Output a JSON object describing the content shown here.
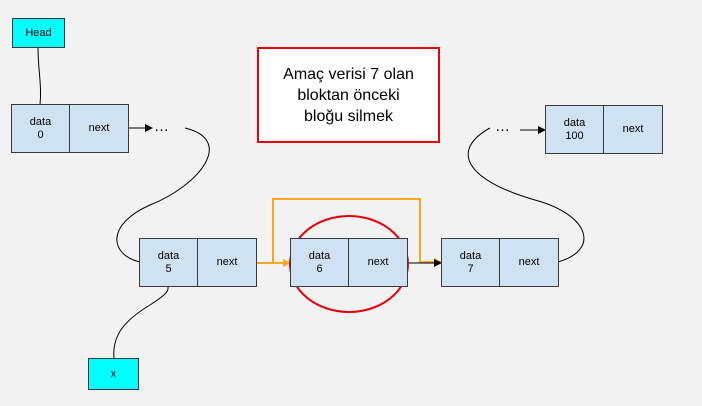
{
  "head_label": "Head",
  "x_label": "x",
  "goal_lines": [
    "Amaç verisi 7 olan",
    "bloktan önceki",
    "bloğu silmek"
  ],
  "ellipsis": "…",
  "nodes": [
    {
      "data_label": "data",
      "value": "0",
      "next_label": "next"
    },
    {
      "data_label": "data",
      "value": "5",
      "next_label": "next"
    },
    {
      "data_label": "data",
      "value": "6",
      "next_label": "next"
    },
    {
      "data_label": "data",
      "value": "7",
      "next_label": "next"
    },
    {
      "data_label": "data",
      "value": "100",
      "next_label": "next"
    }
  ],
  "colors": {
    "node_fill": "#cfe2f3",
    "label_fill": "#00ffff",
    "bypass_arrow": "#f5a623",
    "highlight": "#e8000d",
    "connector": "#000000"
  }
}
